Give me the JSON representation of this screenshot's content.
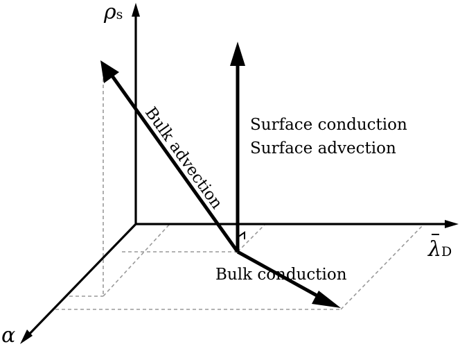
{
  "axes": {
    "vertical": {
      "symbol": "ρ",
      "subscript": "s"
    },
    "horizontal": {
      "symbol": "λ",
      "subscript": "D"
    },
    "depth": {
      "symbol": "α"
    }
  },
  "vectors": {
    "bulk_advection": {
      "label": "Bulk advection"
    },
    "surface": {
      "lines": [
        "Surface conduction",
        "Surface advection"
      ]
    },
    "bulk_conduction": {
      "label": "Bulk conduction"
    }
  },
  "colors": {
    "ink": "#000000",
    "guide": "#999999"
  }
}
